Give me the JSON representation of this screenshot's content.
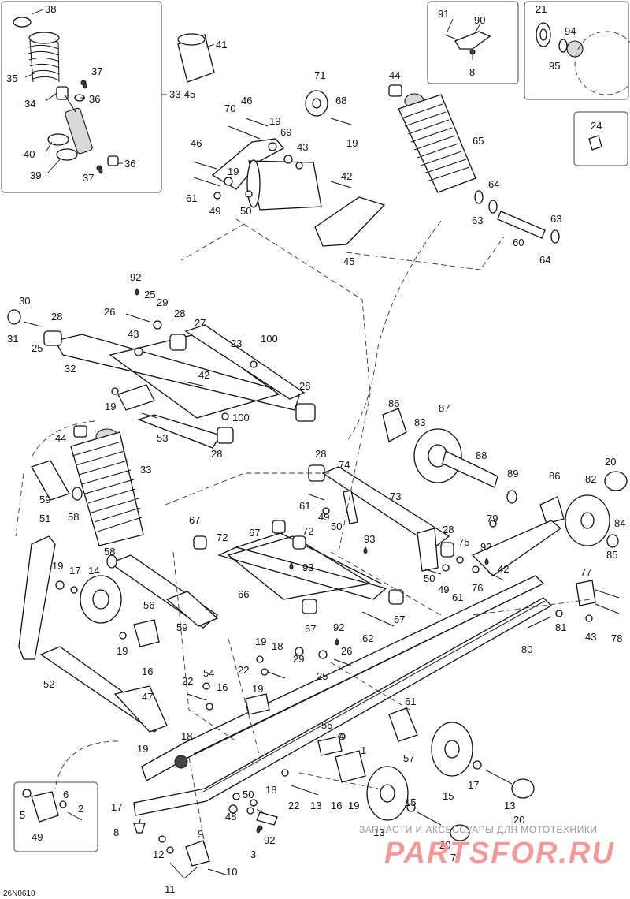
{
  "diagram": {
    "figure_code": "26N0610",
    "watermark": {
      "tagline": "ЗАПЧАСТИ И АКСЕССУАРЫ ДЛЯ МОТОТЕХНИКИ",
      "brand": "PARTSFOR.RU"
    },
    "callouts": [
      {
        "id": "c38",
        "text": "38"
      },
      {
        "id": "c35",
        "text": "35"
      },
      {
        "id": "c37a",
        "text": "37"
      },
      {
        "id": "c34",
        "text": "34"
      },
      {
        "id": "c36a",
        "text": "36"
      },
      {
        "id": "c40",
        "text": "40"
      },
      {
        "id": "c39",
        "text": "39"
      },
      {
        "id": "c37b",
        "text": "37"
      },
      {
        "id": "c36b",
        "text": "36"
      },
      {
        "id": "c41",
        "text": "41"
      },
      {
        "id": "c3345",
        "text": "33-45"
      },
      {
        "id": "c91",
        "text": "91"
      },
      {
        "id": "c90",
        "text": "90"
      },
      {
        "id": "c8a",
        "text": "8"
      },
      {
        "id": "c21",
        "text": "21"
      },
      {
        "id": "c94",
        "text": "94"
      },
      {
        "id": "c95",
        "text": "95"
      },
      {
        "id": "c24",
        "text": "24"
      },
      {
        "id": "c71",
        "text": "71"
      },
      {
        "id": "c44a",
        "text": "44"
      },
      {
        "id": "c70",
        "text": "70"
      },
      {
        "id": "c46a",
        "text": "46"
      },
      {
        "id": "c68",
        "text": "68"
      },
      {
        "id": "c19a",
        "text": "19"
      },
      {
        "id": "c69",
        "text": "69"
      },
      {
        "id": "c19b",
        "text": "19"
      },
      {
        "id": "c43a",
        "text": "43"
      },
      {
        "id": "c65",
        "text": "65"
      },
      {
        "id": "c46b",
        "text": "46"
      },
      {
        "id": "c19c",
        "text": "19"
      },
      {
        "id": "c42a",
        "text": "42"
      },
      {
        "id": "c61a",
        "text": "61"
      },
      {
        "id": "c49a",
        "text": "49"
      },
      {
        "id": "c50a",
        "text": "50"
      },
      {
        "id": "c64a",
        "text": "64"
      },
      {
        "id": "c63a",
        "text": "63"
      },
      {
        "id": "c63b",
        "text": "63"
      },
      {
        "id": "c60",
        "text": "60"
      },
      {
        "id": "c64b",
        "text": "64"
      },
      {
        "id": "c45",
        "text": "45"
      },
      {
        "id": "c92a",
        "text": "92"
      },
      {
        "id": "c30",
        "text": "30"
      },
      {
        "id": "c26a",
        "text": "26"
      },
      {
        "id": "c25a",
        "text": "25"
      },
      {
        "id": "c29a",
        "text": "29"
      },
      {
        "id": "c28a",
        "text": "28"
      },
      {
        "id": "c31",
        "text": "31"
      },
      {
        "id": "c28b",
        "text": "28"
      },
      {
        "id": "c27",
        "text": "27"
      },
      {
        "id": "c25b",
        "text": "25"
      },
      {
        "id": "c43b",
        "text": "43"
      },
      {
        "id": "c23",
        "text": "23"
      },
      {
        "id": "c100a",
        "text": "100"
      },
      {
        "id": "c32",
        "text": "32"
      },
      {
        "id": "c42b",
        "text": "42"
      },
      {
        "id": "c28c",
        "text": "28"
      },
      {
        "id": "c19d",
        "text": "19"
      },
      {
        "id": "c100b",
        "text": "100"
      },
      {
        "id": "c53",
        "text": "53"
      },
      {
        "id": "c28d",
        "text": "28"
      },
      {
        "id": "c44b",
        "text": "44"
      },
      {
        "id": "c33",
        "text": "33"
      },
      {
        "id": "c59a",
        "text": "59"
      },
      {
        "id": "c58a",
        "text": "58"
      },
      {
        "id": "c51",
        "text": "51"
      },
      {
        "id": "c86a",
        "text": "86"
      },
      {
        "id": "c83",
        "text": "83"
      },
      {
        "id": "c87",
        "text": "87"
      },
      {
        "id": "c88",
        "text": "88"
      },
      {
        "id": "c89",
        "text": "89"
      },
      {
        "id": "c20a",
        "text": "20"
      },
      {
        "id": "c86b",
        "text": "86"
      },
      {
        "id": "c82",
        "text": "82"
      },
      {
        "id": "c84",
        "text": "84"
      },
      {
        "id": "c85",
        "text": "85"
      },
      {
        "id": "c28e",
        "text": "28"
      },
      {
        "id": "c74",
        "text": "74"
      },
      {
        "id": "c61b",
        "text": "61"
      },
      {
        "id": "c49b",
        "text": "49"
      },
      {
        "id": "c50b",
        "text": "50"
      },
      {
        "id": "c73",
        "text": "73"
      },
      {
        "id": "c79",
        "text": "79"
      },
      {
        "id": "c28f",
        "text": "28"
      },
      {
        "id": "c75",
        "text": "75"
      },
      {
        "id": "c92b",
        "text": "92"
      },
      {
        "id": "c67a",
        "text": "67"
      },
      {
        "id": "c67b",
        "text": "67"
      },
      {
        "id": "c72a",
        "text": "72"
      },
      {
        "id": "c72b",
        "text": "72"
      },
      {
        "id": "c93a",
        "text": "93"
      },
      {
        "id": "c93b",
        "text": "93"
      },
      {
        "id": "c42c",
        "text": "42"
      },
      {
        "id": "c50c",
        "text": "50"
      },
      {
        "id": "c49c",
        "text": "49"
      },
      {
        "id": "c76",
        "text": "76"
      },
      {
        "id": "c61c",
        "text": "61"
      },
      {
        "id": "c77",
        "text": "77"
      },
      {
        "id": "c66",
        "text": "66"
      },
      {
        "id": "c67c",
        "text": "67"
      },
      {
        "id": "c67d",
        "text": "67"
      },
      {
        "id": "c62",
        "text": "62"
      },
      {
        "id": "c61d",
        "text": "61"
      },
      {
        "id": "c78",
        "text": "78"
      },
      {
        "id": "c81",
        "text": "81"
      },
      {
        "id": "c43c",
        "text": "43"
      },
      {
        "id": "c80",
        "text": "80"
      },
      {
        "id": "c58b",
        "text": "58"
      },
      {
        "id": "c19e",
        "text": "19"
      },
      {
        "id": "c17a",
        "text": "17"
      },
      {
        "id": "c14",
        "text": "14"
      },
      {
        "id": "c56",
        "text": "56"
      },
      {
        "id": "c59b",
        "text": "59"
      },
      {
        "id": "c19f",
        "text": "19"
      },
      {
        "id": "c16a",
        "text": "16"
      },
      {
        "id": "c52",
        "text": "52"
      },
      {
        "id": "c47",
        "text": "47"
      },
      {
        "id": "c19g",
        "text": "19"
      },
      {
        "id": "c18a",
        "text": "18"
      },
      {
        "id": "c22a",
        "text": "22"
      },
      {
        "id": "c29b",
        "text": "29"
      },
      {
        "id": "c92c",
        "text": "92"
      },
      {
        "id": "c26b",
        "text": "26"
      },
      {
        "id": "c25c",
        "text": "25"
      },
      {
        "id": "c22b",
        "text": "22"
      },
      {
        "id": "c19h",
        "text": "19"
      },
      {
        "id": "c18b",
        "text": "18"
      },
      {
        "id": "c54",
        "text": "54"
      },
      {
        "id": "c16b",
        "text": "16"
      },
      {
        "id": "c19i",
        "text": "19"
      },
      {
        "id": "c61e",
        "text": "61"
      },
      {
        "id": "c57",
        "text": "57"
      },
      {
        "id": "c55",
        "text": "55"
      },
      {
        "id": "c4",
        "text": "4"
      },
      {
        "id": "c1",
        "text": "1"
      },
      {
        "id": "c15a",
        "text": "15"
      },
      {
        "id": "c17b",
        "text": "17"
      },
      {
        "id": "c13a",
        "text": "13"
      },
      {
        "id": "c20b",
        "text": "20"
      },
      {
        "id": "c18c",
        "text": "18"
      },
      {
        "id": "c22c",
        "text": "22"
      },
      {
        "id": "c13b",
        "text": "13"
      },
      {
        "id": "c16c",
        "text": "16"
      },
      {
        "id": "c19j",
        "text": "19"
      },
      {
        "id": "c17c",
        "text": "17"
      },
      {
        "id": "c15b",
        "text": "15"
      },
      {
        "id": "c13c",
        "text": "13"
      },
      {
        "id": "c20c",
        "text": "20"
      },
      {
        "id": "c7",
        "text": "7"
      },
      {
        "id": "c8b",
        "text": "8"
      },
      {
        "id": "c6",
        "text": "6"
      },
      {
        "id": "c5",
        "text": "5"
      },
      {
        "id": "c2",
        "text": "2"
      },
      {
        "id": "c49d",
        "text": "49"
      },
      {
        "id": "c50d",
        "text": "50"
      },
      {
        "id": "c48",
        "text": "48"
      },
      {
        "id": "c92d",
        "text": "92"
      },
      {
        "id": "c3",
        "text": "3"
      },
      {
        "id": "c9",
        "text": "9"
      },
      {
        "id": "c12",
        "text": "12"
      },
      {
        "id": "c10",
        "text": "10"
      },
      {
        "id": "c11",
        "text": "11"
      }
    ]
  }
}
